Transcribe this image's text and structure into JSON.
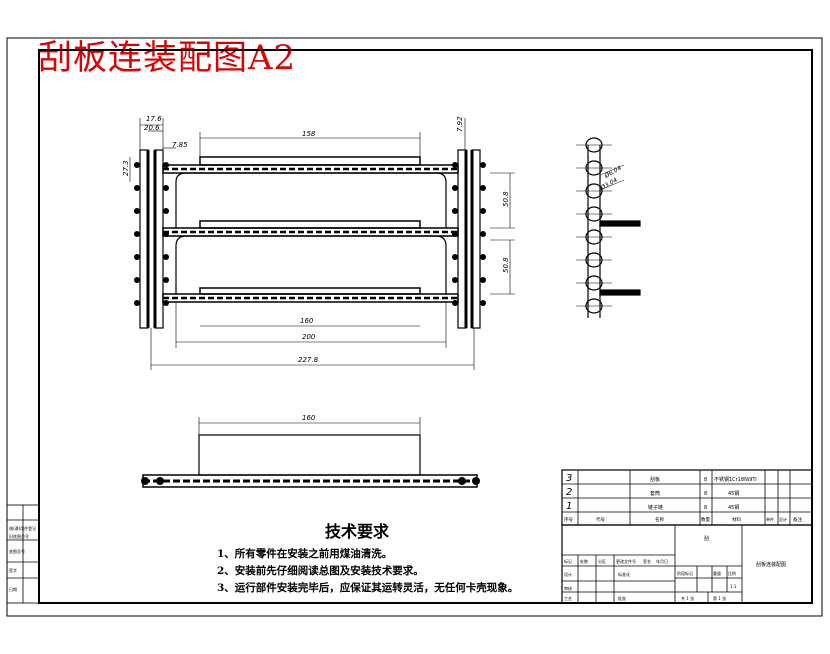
{
  "drawing": {
    "banner_title": "刮板连装配图A2"
  },
  "dimensions": {
    "d_17_6": "17.6",
    "d_20_6": "20.6",
    "d_7_85": "7.85",
    "d_158": "158",
    "d_7_92": "7.92",
    "d_27_3": "27.3",
    "d_50_8_upper": "50.8",
    "d_50_8_lower": "50.8",
    "d_160": "160",
    "d_200": "200",
    "d_227_8": "227.8",
    "d_160_bottom": "160",
    "d_r6_04": "Ø6.04",
    "d_r3_04": "Ø3.04"
  },
  "tech_requirements": {
    "title": "技术要求",
    "items": [
      "1、所有零件在安装之前用煤油清洗。",
      "2、安装前先仔细阅读总图及安装技术要求。",
      "3、运行部件安装完毕后，应保证其运转灵活，无任何卡壳现象。"
    ]
  },
  "parts_list": {
    "rows": [
      {
        "no": "3",
        "name": "刮板",
        "qty": "8",
        "material": "不锈钢1Cr18Ni9Ti"
      },
      {
        "no": "2",
        "name": "套筒",
        "qty": "8",
        "material": "45钢"
      },
      {
        "no": "1",
        "name": "链子链",
        "qty": "8",
        "material": "45钢"
      }
    ],
    "header": {
      "no": "序号",
      "code": "代号",
      "name": "名称",
      "qty": "数量",
      "material": "材料",
      "unit_weight": "单件",
      "total_weight": "总计",
      "note": "备注"
    }
  },
  "title_block": {
    "drawing_name": "刮板连装配图",
    "material_box": "刮",
    "design": "设计",
    "check": "审核",
    "process": "工艺",
    "approve": "批准",
    "stage_mark": "阶段标记",
    "weight": "重量",
    "scale": "比例",
    "scale_value": "1:1",
    "sheets_total": "共 1 张",
    "sheet_no": "第 1 张",
    "revision_headers": [
      "标记",
      "处数",
      "分区",
      "更改文件号",
      "签名",
      "年月日"
    ],
    "standardize": "标准化"
  },
  "left_strip": {
    "labels": [
      "借(通)用件登记",
      "旧底图总号",
      "底图总号",
      "签字",
      "日期"
    ]
  }
}
